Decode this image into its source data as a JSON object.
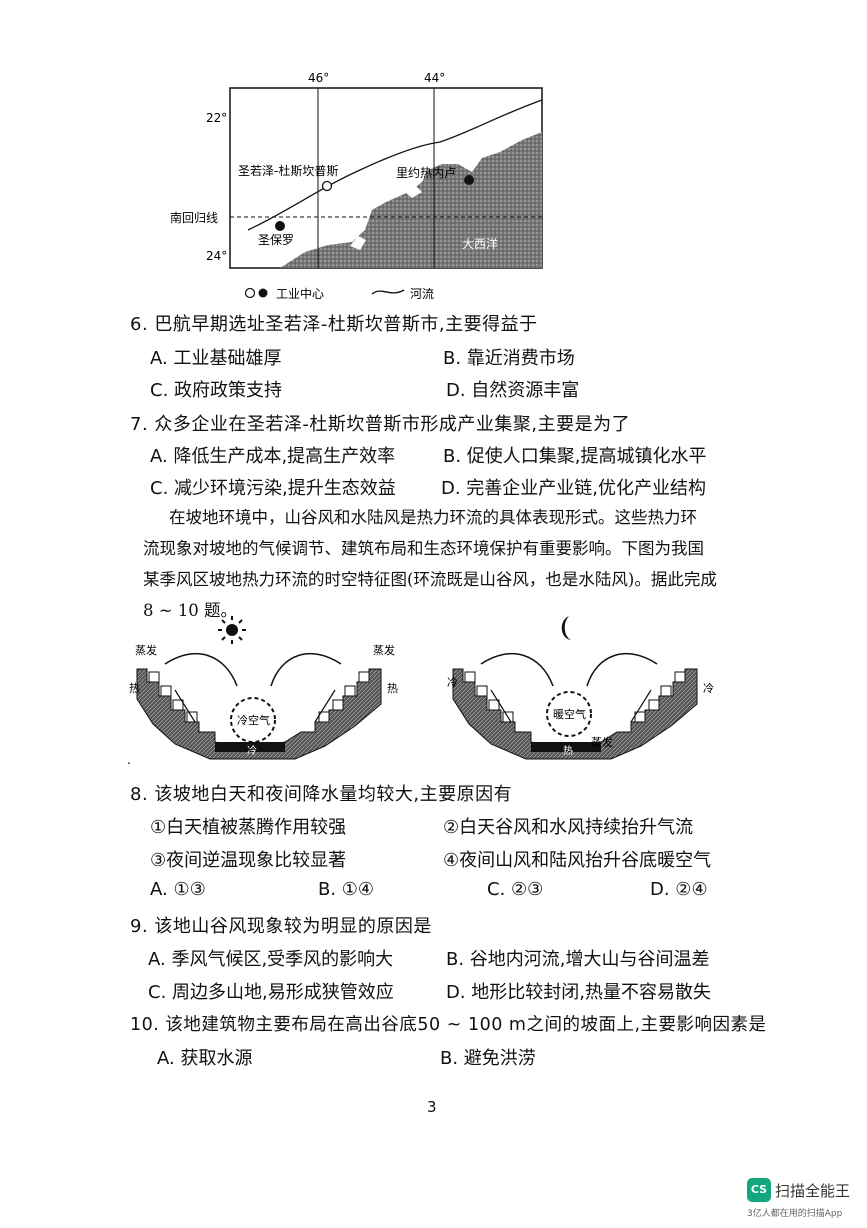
{
  "map": {
    "lon_labels": [
      "46°",
      "44°"
    ],
    "lat_labels": [
      "22°",
      "24°"
    ],
    "tropic_label": "南回归线",
    "city_sjc": "圣若泽-杜斯坎普斯",
    "city_rio": "里约热内卢",
    "city_sp": "圣保罗",
    "ocean": "大西洋",
    "legend_industry": "工业中心",
    "legend_river": "河流"
  },
  "q6": {
    "stem": "6.  巴航早期选址圣若泽-杜斯坎普斯市,主要得益于",
    "a": "A.  工业基础雄厚",
    "b": "B. 靠近消费市场",
    "c": "C. 政府政策支持",
    "d": "D.  自然资源丰富"
  },
  "q7": {
    "stem": "7.  众多企业在圣若泽-杜斯坎普斯市形成产业集聚,主要是为了",
    "a": "A.  降低生产成本,提高生产效率",
    "b": "B. 促使人口集聚,提高城镇化水平",
    "c": "C. 减少环境污染,提升生态效益",
    "d": "D. 完善企业产业链,优化产业结构"
  },
  "passage": {
    "line1": "在坡地环境中，山谷风和水陆风是热力环流的具体表现形式。这些热力环",
    "line2": "流现象对坡地的气候调节、建筑布局和生态环境保护有重要影响。下图为我国",
    "line3": "某季风区坡地热力环流的时空特征图(环流既是山谷风，也是水陆风)。据此完成",
    "line4": "8 ~ 10  题。"
  },
  "figure": {
    "day_evap_left": "蒸发",
    "day_evap_right": "蒸发",
    "day_heat_left": "热",
    "day_heat_right": "热",
    "day_center": "冷空气",
    "day_bottom": "冷",
    "night_cold_left": "冷",
    "night_cold_right": "冷",
    "night_center": "暖空气",
    "night_evap": "蒸发",
    "night_bottom": "热",
    "dot": "."
  },
  "q8": {
    "stem": "8.  该坡地白天和夜间降水量均较大,主要原因有",
    "s1": "①白天植被蒸腾作用较强",
    "s2": "②白天谷风和水风持续抬升气流",
    "s3": "③夜间逆温现象比较显著",
    "s4": "④夜间山风和陆风抬升谷底暖空气",
    "a": "A. ①③",
    "b": "B. ①④",
    "c": "C. ②③",
    "d": "D. ②④"
  },
  "q9": {
    "stem": "9.  该地山谷风现象较为明显的原因是",
    "a": "A.  季风气候区,受季风的影响大",
    "b": "B. 谷地内河流,增大山与谷间温差",
    "c": "C. 周边多山地,易形成狭管效应",
    "d": "D.  地形比较封闭,热量不容易散失"
  },
  "q10": {
    "stem": "10.  该地建筑物主要布局在高出谷底50 ~ 100  m之间的坡面上,主要影响因素是",
    "a": "A.  获取水源",
    "b": "B. 避免洪涝"
  },
  "page_number": "3",
  "watermark": {
    "badge": "CS",
    "brand": "扫描全能王",
    "sub": "3亿人都在用的扫描App"
  }
}
